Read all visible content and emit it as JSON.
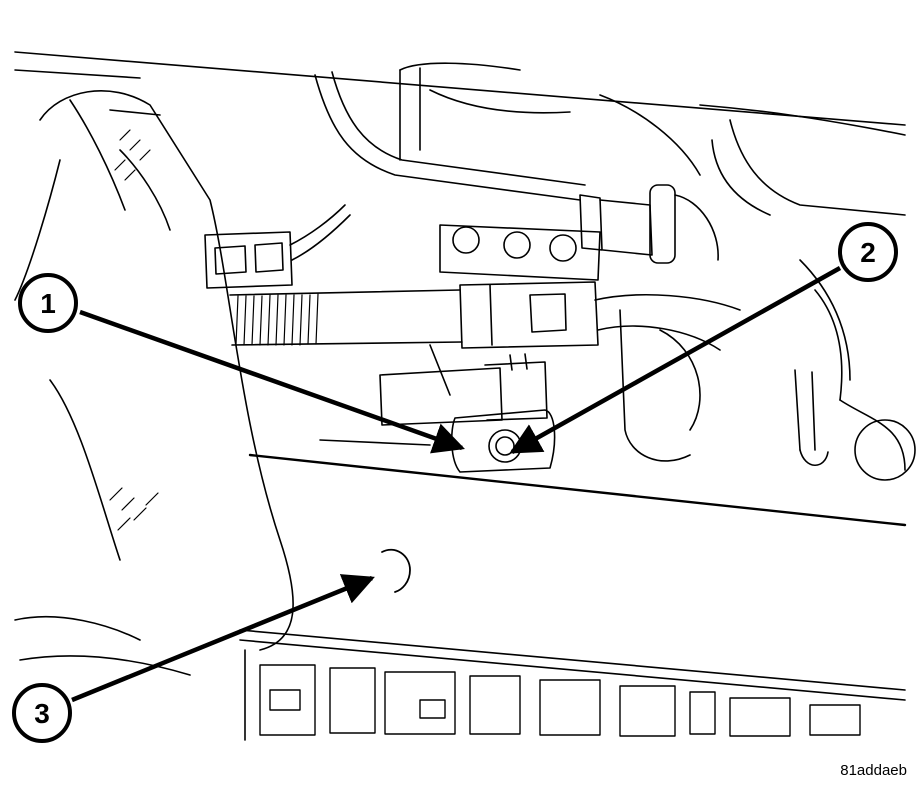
{
  "callouts": [
    {
      "number": "1"
    },
    {
      "number": "2"
    },
    {
      "number": "3"
    }
  ],
  "figure_id": "81addaeb",
  "colors": {
    "line": "#000000",
    "background": "#ffffff"
  }
}
